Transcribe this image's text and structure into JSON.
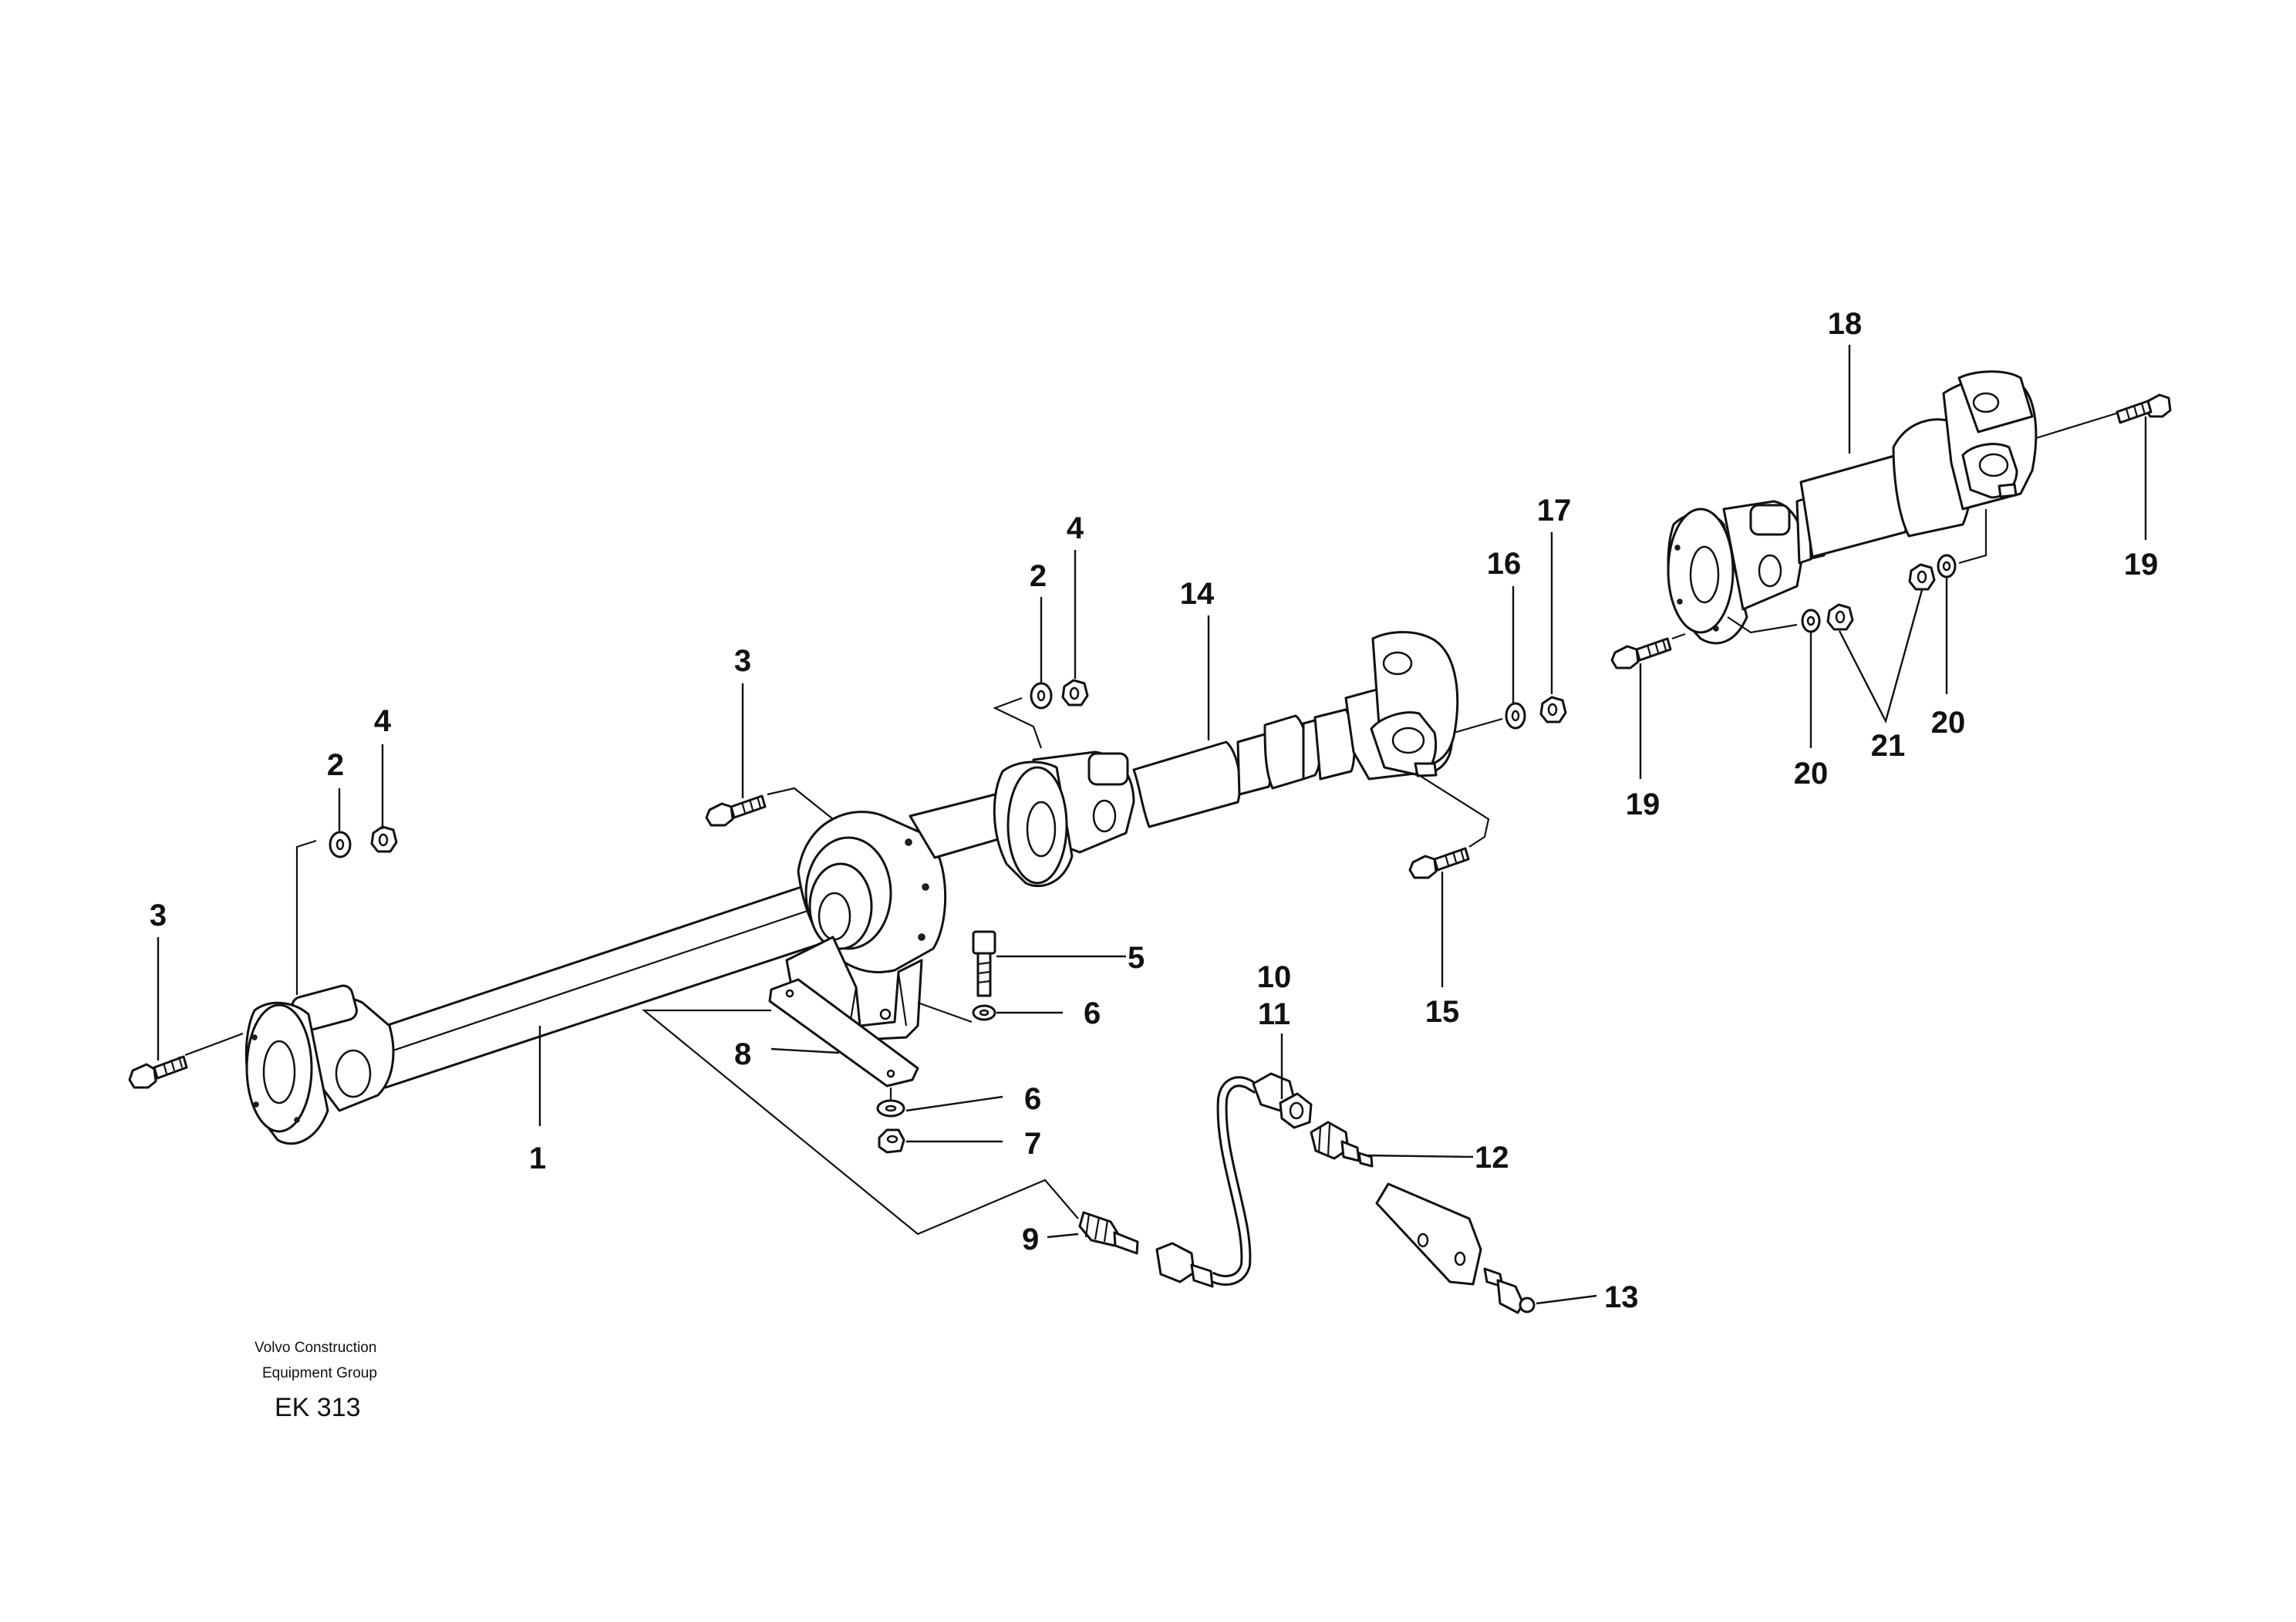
{
  "callouts": {
    "c1": "1",
    "c2a": "2",
    "c2b": "2",
    "c3a": "3",
    "c3b": "3",
    "c4a": "4",
    "c4b": "4",
    "c5": "5",
    "c6a": "6",
    "c6b": "6",
    "c7": "7",
    "c8": "8",
    "c9": "9",
    "c10": "10",
    "c11": "11",
    "c12": "12",
    "c13": "13",
    "c14": "14",
    "c15": "15",
    "c16": "16",
    "c17": "17",
    "c18": "18",
    "c19a": "19",
    "c19b": "19",
    "c20a": "20",
    "c20b": "20",
    "c21": "21"
  },
  "footer": {
    "company_line1": "Volvo Construction",
    "company_line2": "Equipment Group",
    "code": "EK 313"
  }
}
